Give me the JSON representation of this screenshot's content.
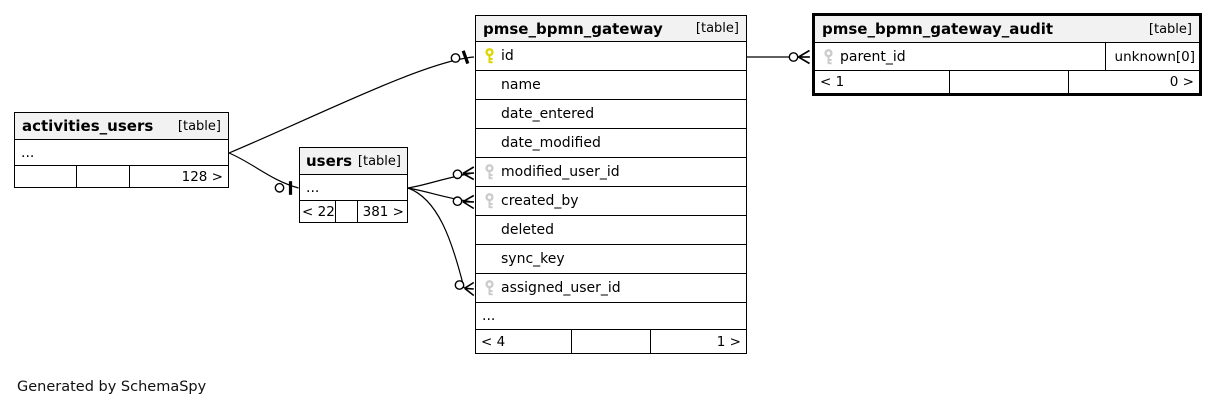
{
  "diagram": {
    "generated_by": "Generated by SchemaSpy",
    "colors": {
      "header_bg": "#f2f2f2",
      "primary_key": "#ddd600",
      "foreign_key": "#cccccc",
      "line": "#000000"
    },
    "tables": {
      "activities_users": {
        "name": "activities_users",
        "tag": "[table]",
        "rows": [
          "..."
        ],
        "footer": [
          "",
          "",
          "128 >"
        ]
      },
      "users": {
        "name": "users",
        "tag": "[table]",
        "rows": [
          "..."
        ],
        "footer": [
          "< 22",
          "",
          "381 >"
        ]
      },
      "gateway": {
        "name": "pmse_bpmn_gateway",
        "tag": "[table]",
        "columns": [
          {
            "name": "id",
            "key": "pk"
          },
          {
            "name": "name",
            "key": ""
          },
          {
            "name": "date_entered",
            "key": ""
          },
          {
            "name": "date_modified",
            "key": ""
          },
          {
            "name": "modified_user_id",
            "key": "fk"
          },
          {
            "name": "created_by",
            "key": "fk"
          },
          {
            "name": "deleted",
            "key": ""
          },
          {
            "name": "sync_key",
            "key": ""
          },
          {
            "name": "assigned_user_id",
            "key": "fk"
          }
        ],
        "ellipsis": "...",
        "footer": [
          "< 4",
          "",
          "1 >"
        ]
      },
      "audit": {
        "name": "pmse_bpmn_gateway_audit",
        "tag": "[table]",
        "columns": [
          {
            "name": "parent_id",
            "key": "fk",
            "note": "unknown[0]"
          }
        ],
        "footer": [
          "< 1",
          "",
          "0 >"
        ]
      }
    },
    "relationships": [
      {
        "from": "activities_users",
        "to": "pmse_bpmn_gateway.id"
      },
      {
        "from": "activities_users",
        "to": "users"
      },
      {
        "from": "pmse_bpmn_gateway.modified_user_id",
        "to": "users"
      },
      {
        "from": "pmse_bpmn_gateway.created_by",
        "to": "users"
      },
      {
        "from": "pmse_bpmn_gateway.assigned_user_id",
        "to": "users"
      },
      {
        "from": "pmse_bpmn_gateway_audit.parent_id",
        "to": "pmse_bpmn_gateway.id"
      }
    ]
  }
}
